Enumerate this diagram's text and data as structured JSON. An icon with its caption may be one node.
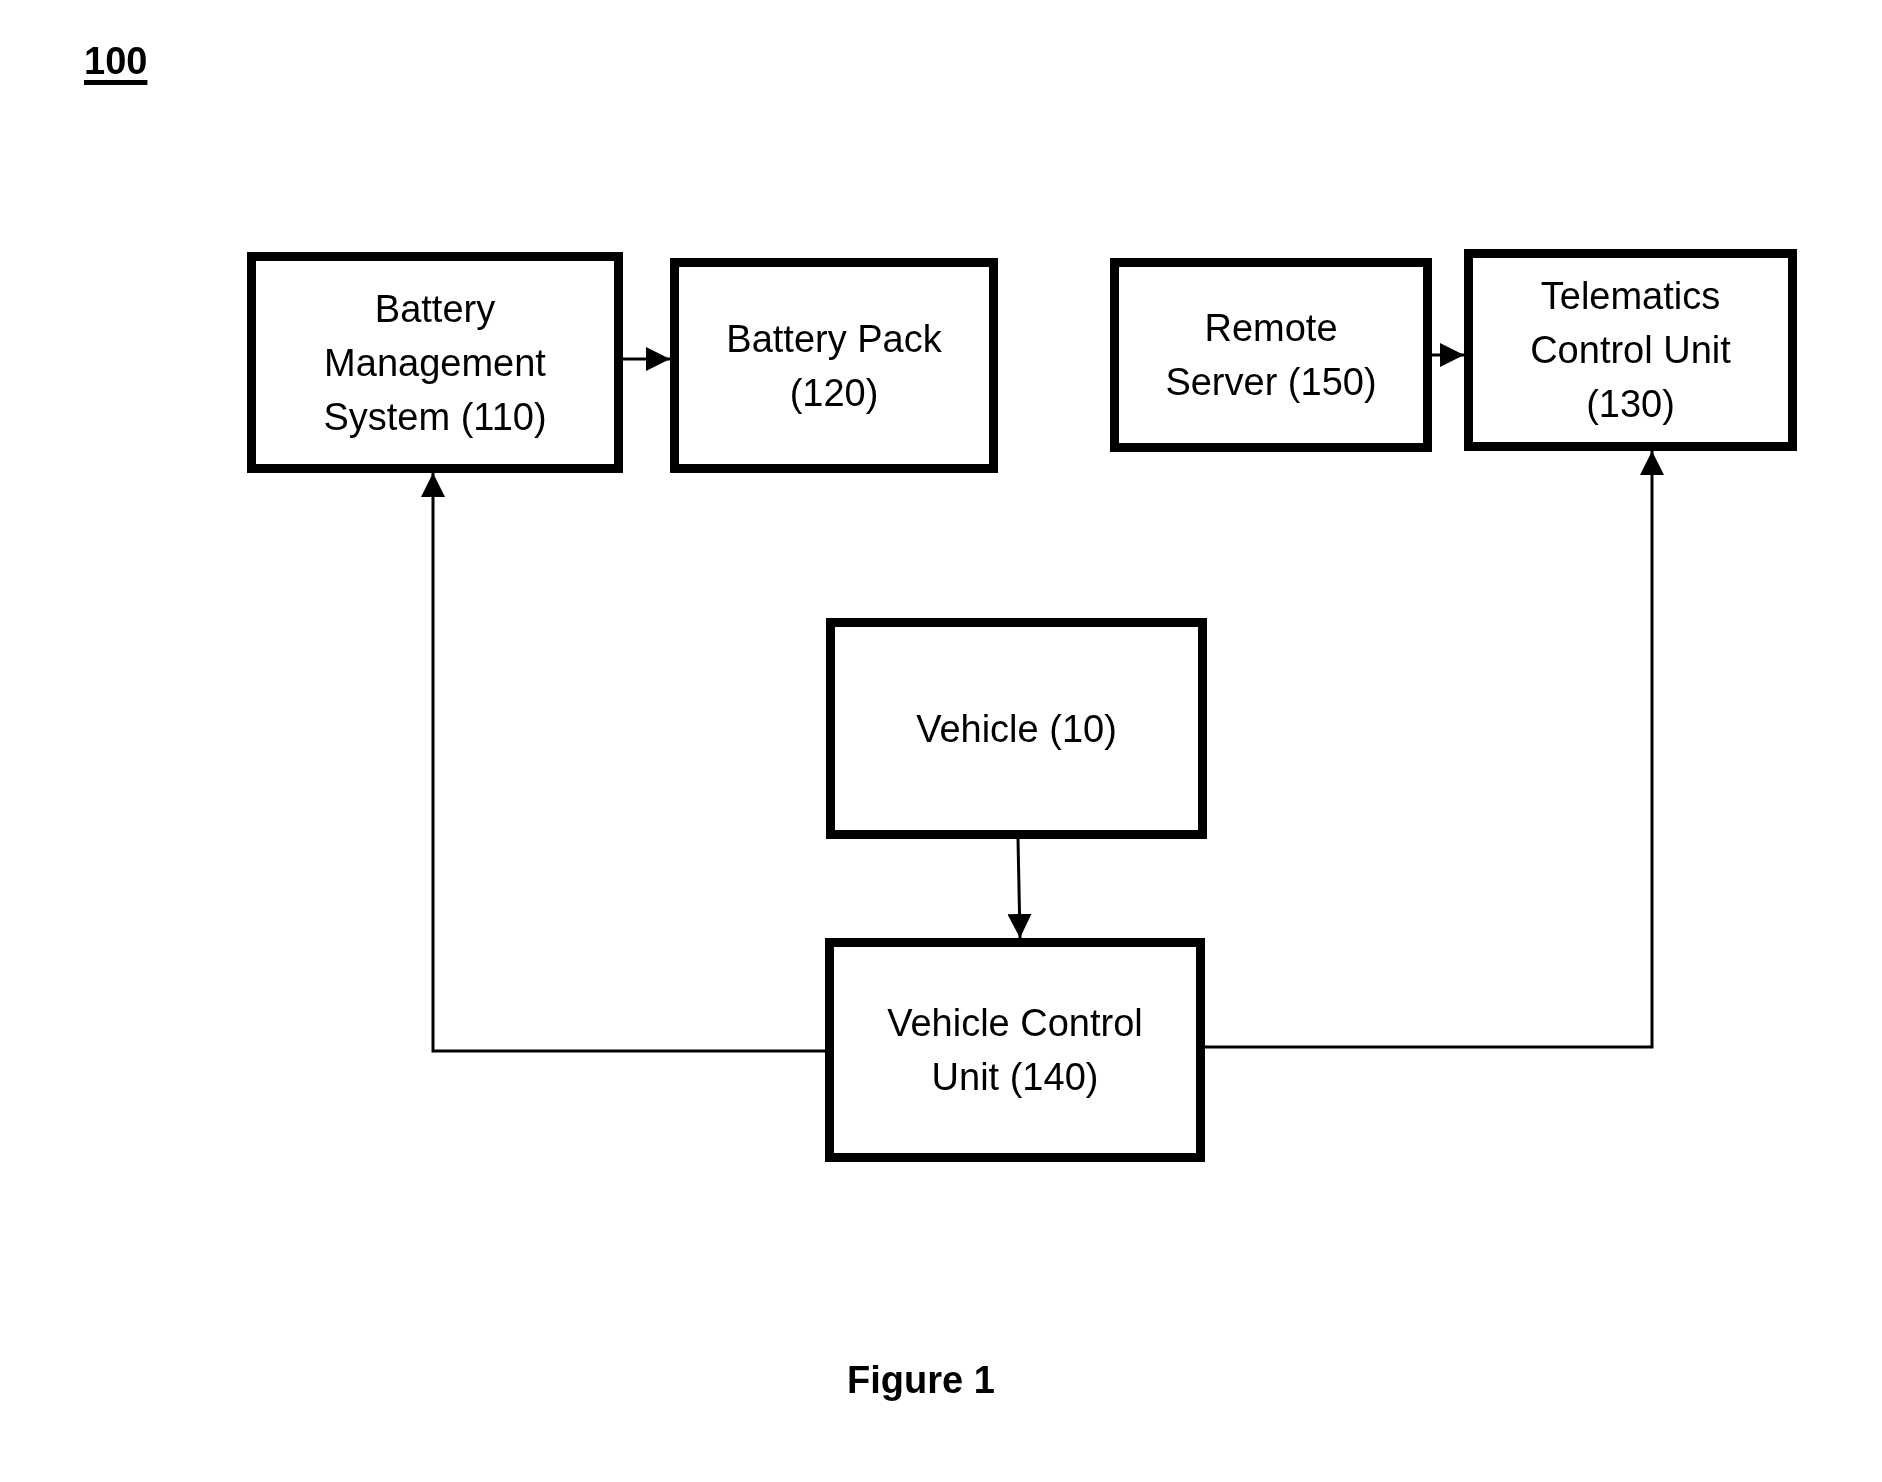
{
  "diagram": {
    "title": "100",
    "caption": "Figure 1",
    "nodes": [
      {
        "text": [
          "Battery Management System (110)"
        ]
      },
      {
        "text": [
          "Battery Pack (120)"
        ]
      },
      {
        "text": [
          "Remote Server (150)"
        ]
      },
      {
        "text": [
          "Telematics Control Unit (130)"
        ]
      },
      {
        "text": [
          "Vehicle (10)"
        ]
      },
      {
        "text": [
          "Vehicle Control Unit (140)"
        ]
      }
    ],
    "edges": [
      {
        "from": 0,
        "to": 1,
        "arrow": "to"
      },
      {
        "from": 2,
        "to": 3,
        "arrow": "to"
      },
      {
        "from": 4,
        "to": 5,
        "arrow": "to"
      },
      {
        "from": 5,
        "to": 0,
        "arrow": "to"
      },
      {
        "from": 5,
        "to": 3,
        "arrow": "to"
      }
    ]
  }
}
